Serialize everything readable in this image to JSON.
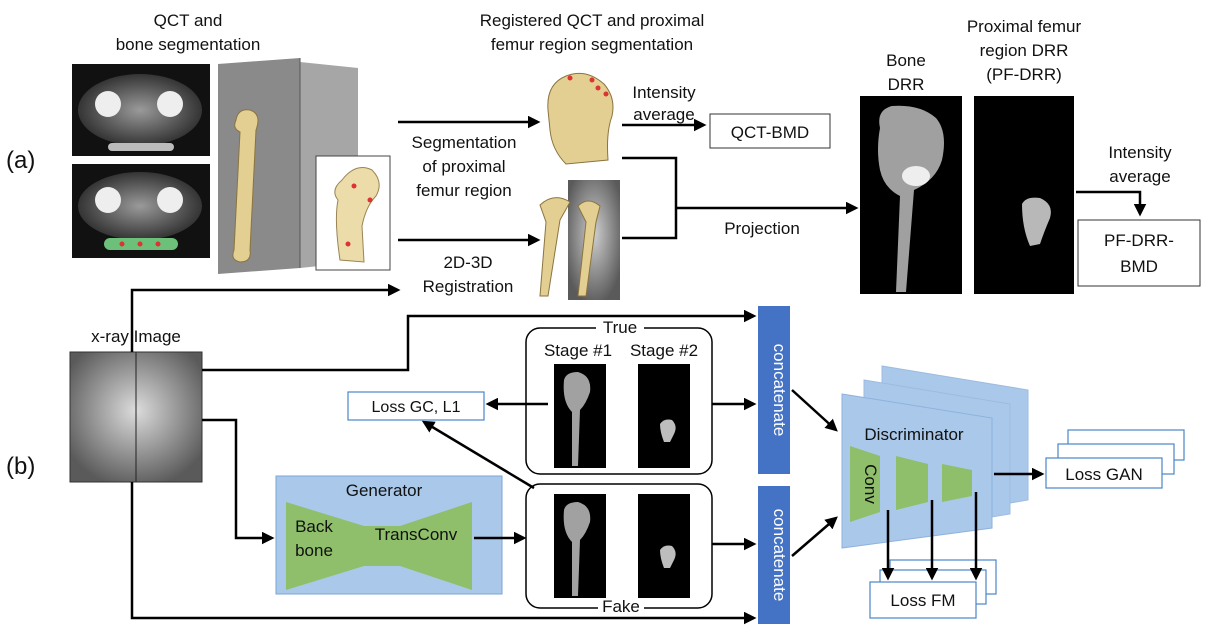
{
  "panel_a": {
    "tag": "(a)",
    "qct_title": [
      "QCT and",
      "bone segmentation"
    ],
    "registered_title": [
      "Registered QCT and proximal",
      "femur region segmentation"
    ],
    "seg_label": [
      "Segmentation",
      "of proximal",
      "femur region"
    ],
    "reg_label": [
      "2D-3D",
      "Registration"
    ],
    "intensity_avg": [
      "Intensity",
      "average"
    ],
    "qct_bmd": "QCT-BMD",
    "projection": "Projection",
    "bone_drr": [
      "Bone",
      "DRR"
    ],
    "pf_drr": [
      "Proximal femur",
      "region DRR",
      "(PF-DRR)"
    ],
    "intensity_avg2": [
      "Intensity",
      "average"
    ],
    "pf_drr_bmd": [
      "PF-DRR-",
      "BMD"
    ]
  },
  "panel_b": {
    "tag": "(b)",
    "xray_title": "x-ray Image",
    "true_label": "True",
    "fake_label": "Fake",
    "stage1": "Stage #1",
    "stage2": "Stage #2",
    "loss_gc": "Loss GC, L1",
    "generator": "Generator",
    "backbone": [
      "Back",
      "bone"
    ],
    "transconv": "TransConv",
    "concat": "concatenate",
    "discriminator": "Discriminator",
    "conv": "Conv",
    "loss_gan": "Loss GAN",
    "loss_fm": "Loss FM"
  },
  "colors": {
    "blue_block": "#4472c4",
    "generator_bg": "#a9c8ea",
    "green": "#8fbf6a",
    "bone": "#e3cf92"
  }
}
